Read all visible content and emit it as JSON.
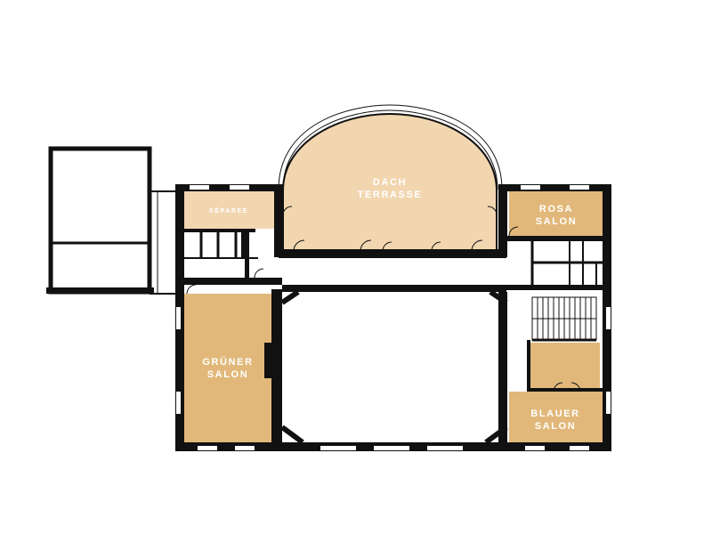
{
  "rooms": {
    "dach_terrasse": {
      "line1": "DACH",
      "line2": "TERRASSE"
    },
    "separee": {
      "label": "SÉPARÉE"
    },
    "rosa_salon": {
      "line1": "ROSA",
      "line2": "SALON"
    },
    "gruener_salon": {
      "line1": "GRÜNER",
      "line2": "SALON"
    },
    "blauer_salon": {
      "line1": "BLAUER",
      "line2": "SALON"
    }
  },
  "colors": {
    "wall": "#111111",
    "light_fill": "#f2d6b0",
    "dark_fill": "#e2b87a",
    "pale_fill": "#f6e6cf",
    "label": "#ffffff",
    "background": "#ffffff"
  }
}
